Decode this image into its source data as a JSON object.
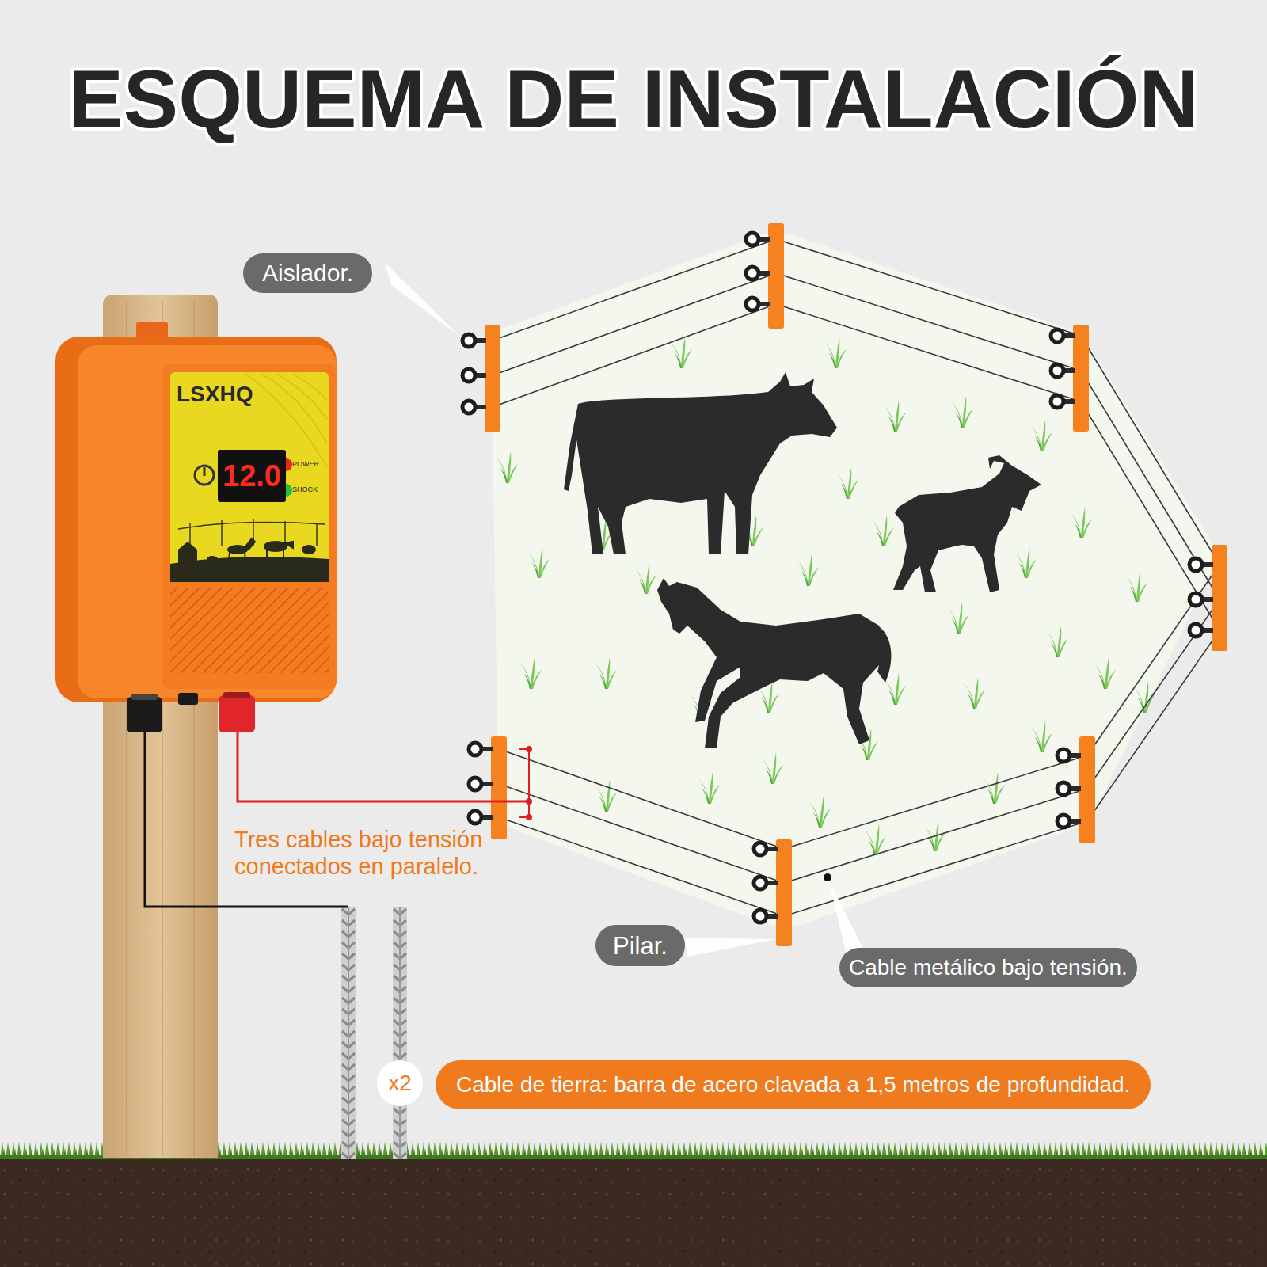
{
  "diagram": {
    "title": "ESQUEMA DE INSTALACIÓN",
    "nodes": [
      {
        "text": [
          "Aislador."
        ]
      },
      {
        "text": [
          "LSXHQ",
          "POWER",
          "SHOCK"
        ]
      },
      {
        "text": [
          "12.0"
        ],
        "in": 1
      },
      {
        "text": [
          "Pilar."
        ]
      },
      {
        "text": [
          "Cable metálico bajo tensión."
        ]
      },
      {
        "text": [
          "x2"
        ]
      },
      {
        "text": [
          "Cable de tierra: barra de acero clavada a 1,5 metros de profundidad."
        ]
      }
    ],
    "labels": [
      "Tres cables bajo tensión conectados en paralelo."
    ]
  }
}
